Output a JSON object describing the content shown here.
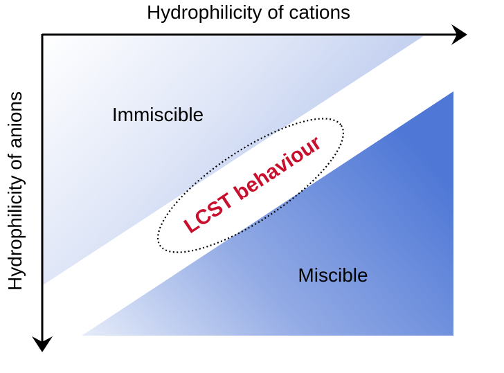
{
  "diagram": {
    "x_axis_label": "Hydrophilicity of cations",
    "y_axis_label": "Hydrophilicity of anions",
    "region_upper_label": "Immiscible",
    "region_lower_label": "Miscible",
    "transition_label": "LCST behaviour"
  },
  "colors": {
    "axis": "#000000",
    "region_light": "#eef1fb",
    "region_mid": "#b7c6ec",
    "region_dark": "#4f78d6",
    "transition_text": "#c8102e",
    "text": "#000000"
  }
}
